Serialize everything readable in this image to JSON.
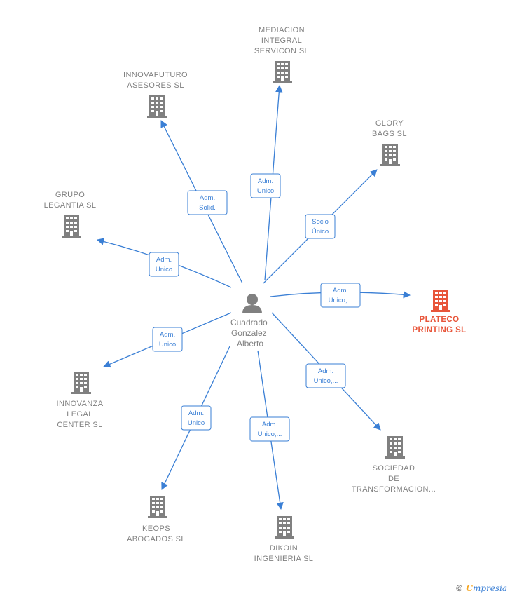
{
  "center": {
    "lines": [
      "Cuadrado",
      "Gonzalez",
      "Alberto"
    ],
    "icon": "person-icon"
  },
  "colors": {
    "edge": "#3a7fd5",
    "building": "#808080",
    "focus": "#e8553a"
  },
  "nodes": [
    {
      "id": "mediacion",
      "lines": [
        "MEDIACION",
        "INTEGRAL",
        "SERVICON  SL"
      ],
      "icon": "building-icon",
      "focus": false,
      "role": [
        "Adm.",
        "Unico"
      ]
    },
    {
      "id": "innovafuturo",
      "lines": [
        "INNOVAFUTURO",
        "ASESORES  SL"
      ],
      "icon": "building-icon",
      "focus": false,
      "role": [
        "Adm.",
        "Solid."
      ]
    },
    {
      "id": "glory",
      "lines": [
        "GLORY",
        "BAGS  SL"
      ],
      "icon": "building-icon",
      "focus": false,
      "role": [
        "Socio",
        "Único"
      ]
    },
    {
      "id": "legantia",
      "lines": [
        "GRUPO",
        "LEGANTIA  SL"
      ],
      "icon": "building-icon",
      "focus": false,
      "role": [
        "Adm.",
        "Unico"
      ]
    },
    {
      "id": "plateco",
      "lines": [
        "PLATECO",
        "PRINTING  SL"
      ],
      "icon": "building-icon",
      "focus": true,
      "role": [
        "Adm.",
        "Unico,..."
      ]
    },
    {
      "id": "innovanza",
      "lines": [
        "INNOVANZA",
        "LEGAL",
        "CENTER  SL"
      ],
      "icon": "building-icon",
      "focus": false,
      "role": [
        "Adm.",
        "Unico"
      ]
    },
    {
      "id": "sociedad",
      "lines": [
        "SOCIEDAD",
        "DE",
        "TRANSFORMACION..."
      ],
      "icon": "building-icon",
      "focus": false,
      "role": [
        "Adm.",
        "Unico,..."
      ]
    },
    {
      "id": "keops",
      "lines": [
        "KEOPS",
        "ABOGADOS  SL"
      ],
      "icon": "building-icon",
      "focus": false,
      "role": [
        "Adm.",
        "Unico"
      ]
    },
    {
      "id": "dikoin",
      "lines": [
        "DIKOIN",
        "INGENIERIA SL"
      ],
      "icon": "building-icon",
      "focus": false,
      "role": [
        "Adm.",
        "Unico,..."
      ]
    }
  ],
  "footer": {
    "copyright": "©",
    "brand_initial": "C",
    "brand_rest": "mpresia"
  }
}
